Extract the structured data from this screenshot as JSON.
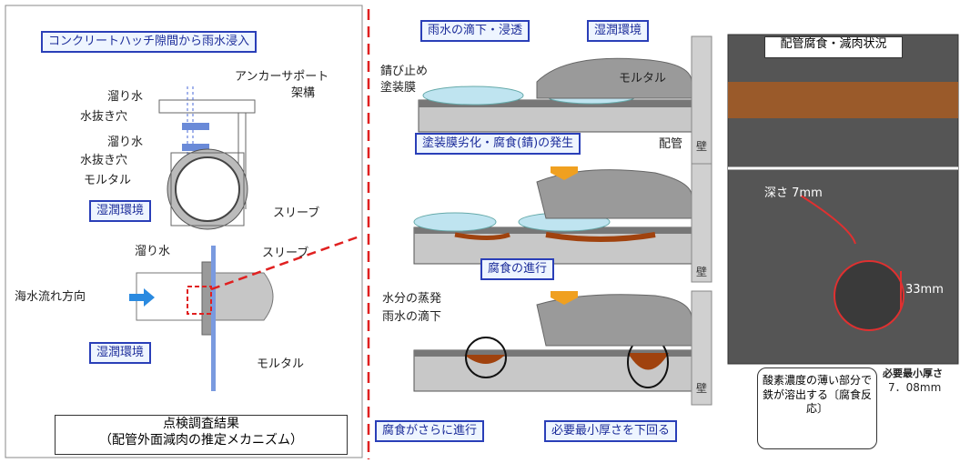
{
  "left": {
    "title": "コンクリートハッチ隙間から雨水浸入",
    "anchor_support": "アンカーサポート",
    "frame": "架構",
    "leak1": "溜り水",
    "drain1": "水抜き穴",
    "leak2": "溜り水",
    "drain2": "水抜き穴",
    "mortar1": "モルタル",
    "wet1": "湿潤環境",
    "sleeve1": "スリーブ",
    "leak3": "溜り水",
    "sleeve2": "スリーブ",
    "flow": "海水流れ方向",
    "wet2": "湿潤環境",
    "mortar2": "モルタル",
    "result_line1": "点検調査結果",
    "result_line2": "（配管外面減肉の推定メカニズム）"
  },
  "middle": {
    "rain": "雨水の滴下・浸透",
    "wet": "湿潤環境",
    "rust_stop": "錆び止め",
    "coating": "塗装膜",
    "mortar": "モルタル",
    "degrade": "塗装膜劣化・腐食(錆)の発生",
    "pipe": "配管",
    "wall1": "壁",
    "progress": "腐食の進行",
    "wall2": "壁",
    "evap": "水分の蒸発",
    "drip": "雨水の滴下",
    "wall3": "壁",
    "further": "腐食がさらに進行",
    "below_min": "必要最小厚さを下回る",
    "callout": "酸素濃度の薄い部分で鉄が溶出する〔腐食反応〕"
  },
  "right": {
    "title": "配管腐食・減肉状況",
    "depth": "深さ 7mm",
    "dia": "33mm",
    "min_thk": "必要最小厚さ",
    "min_val": "7．08mm"
  }
}
